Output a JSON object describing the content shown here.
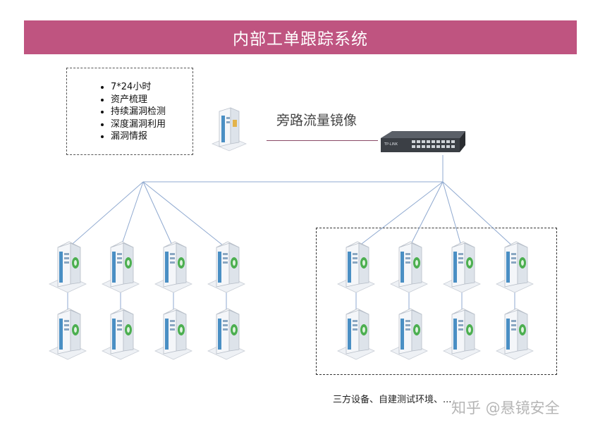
{
  "title": "内部工单跟踪系统",
  "features": [
    "7*24小时",
    "资产梳理",
    "持续漏洞检测",
    "深度漏洞利用",
    "漏洞情报"
  ],
  "mirror_label": "旁路流量镜像",
  "switch_brand": "TP-LINK",
  "third_party_caption": "三方设备、自建测试环境、...",
  "watermark": "知乎 @悬镜安全",
  "colors": {
    "title_bg": "#bf5480",
    "link_line": "#8fa9d0",
    "mirror_line": "#8a4a66",
    "server_accent": "#4a8fc4",
    "server_logo": "#4caf50"
  }
}
